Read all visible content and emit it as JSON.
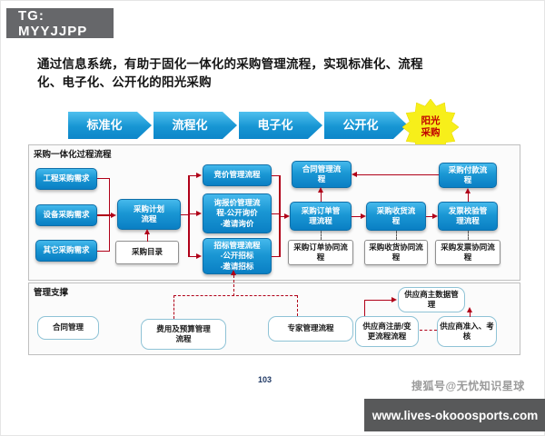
{
  "badge": {
    "text": "TG: MYYJJPP"
  },
  "title": "通过信息系统，有助于固化一体化的采购管理流程，实现标准化、流程\n化、电子化、公开化的阳光采购",
  "chevrons": [
    "标准化",
    "流程化",
    "电子化",
    "公开化"
  ],
  "starburst": {
    "label": "阳光\n采购"
  },
  "process_panel": {
    "header": "采购一体化过程流程",
    "boxes": {
      "project_demand": "工程采购需求",
      "equipment_demand": "设备采购需求",
      "other_demand": "其它采购需求",
      "plan": "采购计划\n流程",
      "catalog": "采购目录",
      "bidding": "竞价管理流程",
      "inquiry": "询报价管理流\n程-公开询价\n-邀请询价",
      "tender": "招标管理流程\n-公开招标\n-邀请招标",
      "contract": "合同管理流\n程",
      "order": "采购订单管\n理流程",
      "order_collab": "采购订单协同流\n程",
      "receipt": "采购收货流\n程",
      "receipt_collab": "采购收货协同流\n程",
      "payment": "采购付款流\n程",
      "invoice": "发票校验管\n理流程",
      "invoice_collab": "采购发票协同流\n程"
    }
  },
  "support_panel": {
    "header": "管理支撑",
    "boxes": {
      "contract_mgmt": "合同管理",
      "budget": "费用及预算管理\n流程",
      "expert": "专家管理流程",
      "supplier_master": "供应商主数据管\n理",
      "supplier_reg": "供应商注册/变\n更流程流程",
      "supplier_access": "供应商准入、考\n核"
    }
  },
  "footer": {
    "page_number": "103",
    "watermark": "搜狐号@无忧知识星球",
    "url": "www.lives-okooosports.com"
  },
  "colors": {
    "chevron_blue": "#1795d3",
    "box_blue_top": "#45b9ec",
    "box_blue_bottom": "#0a7fc4",
    "arrow_red": "#b00018",
    "starburst_yellow": "#f7ef1a",
    "starburst_text": "#c00000",
    "badge_gray": "#66676a",
    "url_box_gray": "#58595a"
  }
}
